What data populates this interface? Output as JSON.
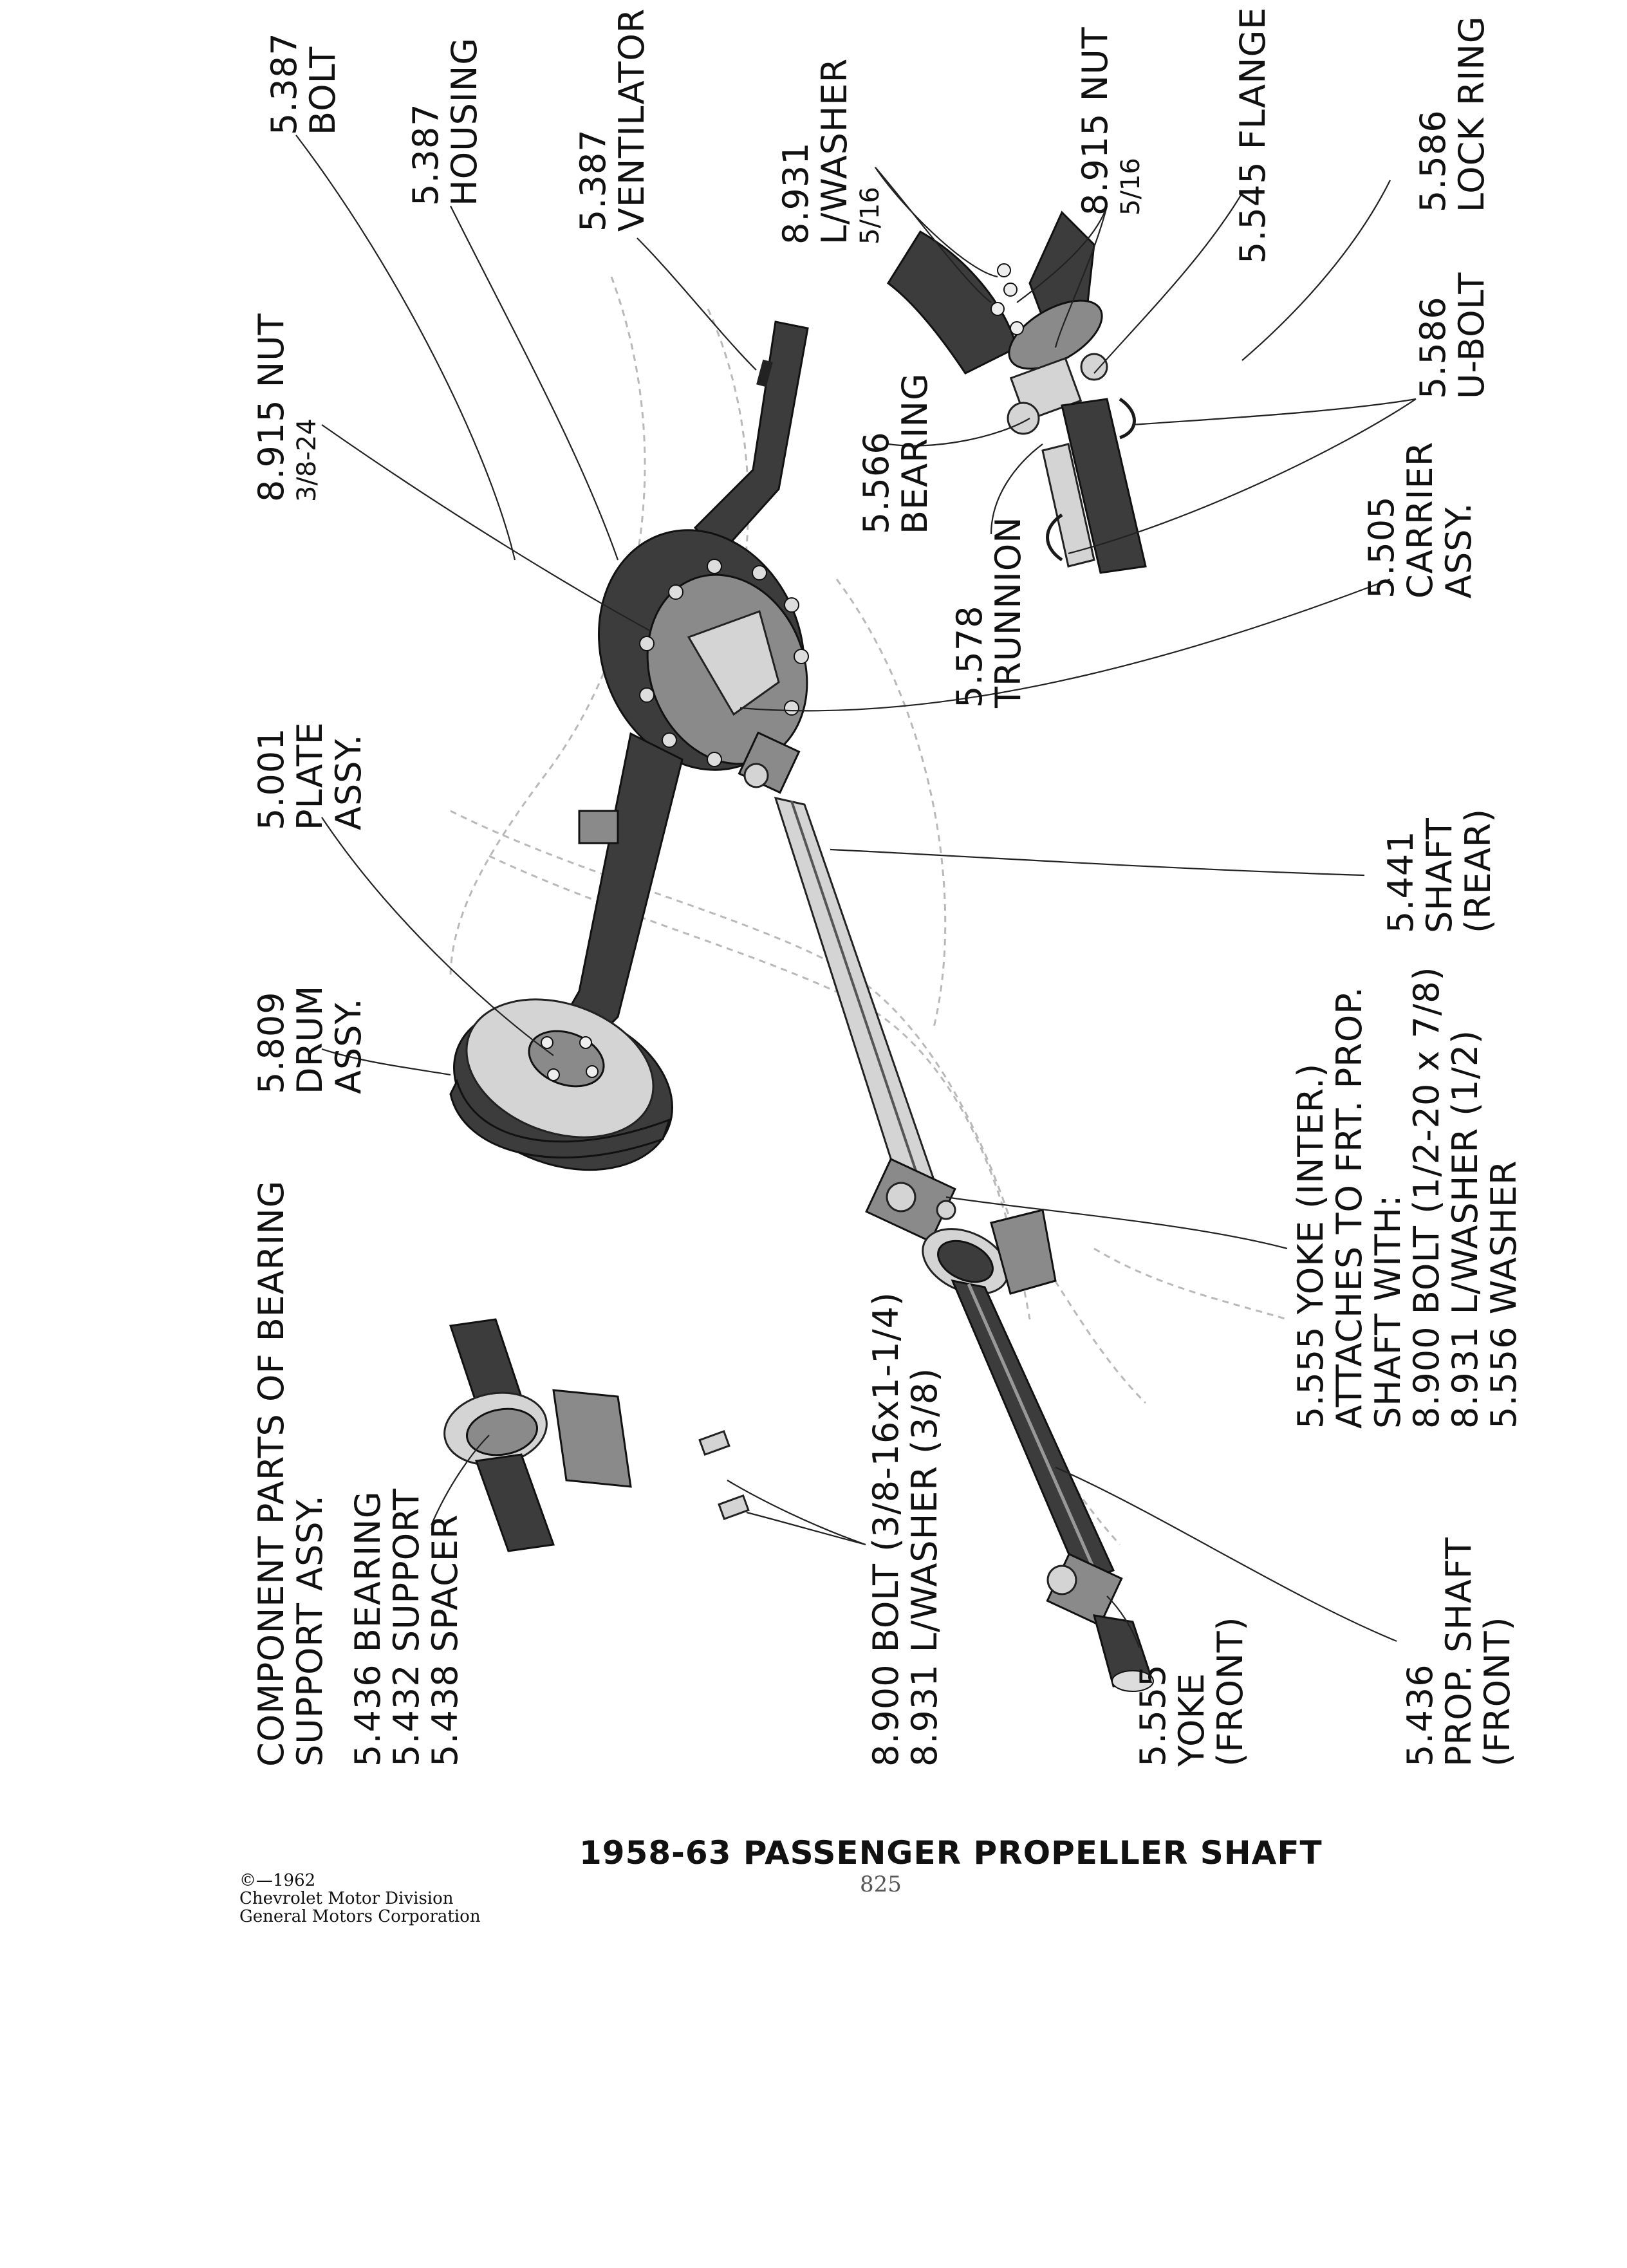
{
  "title": "1958-63 PASSENGER PROPELLER SHAFT",
  "page_number": "825",
  "copyright": {
    "line1": "©—1962",
    "line2": "Chevrolet Motor Division",
    "line3": "General Motors Corporation"
  },
  "callouts": {
    "bolt_5387": {
      "code": "5.387",
      "name": "BOLT"
    },
    "housing_5387": {
      "code": "5.387",
      "name": "HOUSING"
    },
    "ventilator_5387": {
      "code": "5.387",
      "name": "VENTILATOR"
    },
    "lwasher_8931": {
      "code": "8.931",
      "name": "L/WASHER",
      "size": "5/16"
    },
    "nut_8915_small": {
      "line": "8.915 NUT",
      "size": "5/16"
    },
    "flange_5545": {
      "line": "5.545 FLANGE"
    },
    "lockring_5586": {
      "code": "5.586",
      "name": "LOCK RING"
    },
    "ubolt_5586": {
      "code": "5.586",
      "name": "U-BOLT"
    },
    "nut_8915": {
      "line": "8.915 NUT",
      "size": "3/8-24"
    },
    "bearing_5566": {
      "code": "5.566",
      "name": "BEARING"
    },
    "trunnion_5578": {
      "code": "5.578",
      "name": "TRUNNION"
    },
    "carrier_5505": {
      "code": "5.505",
      "name": "CARRIER",
      "name2": "ASSY."
    },
    "plate_5001": {
      "code": "5.001",
      "name": "PLATE",
      "name2": "ASSY."
    },
    "shaft_rear_5441": {
      "code": "5.441",
      "name": "SHAFT",
      "name2": "(REAR)"
    },
    "drum_5809": {
      "code": "5.809",
      "name": "DRUM",
      "name2": "ASSY."
    },
    "yoke_inter": {
      "line1": "5.555 YOKE (INTER.)",
      "line2": "ATTACHES TO FRT. PROP.",
      "line3": "SHAFT WITH:",
      "line4": "8.900 BOLT (1/2-20 x 7/8)",
      "line5": "8.931 L/WASHER (1/2)",
      "line6": "5.556 WASHER"
    },
    "bearing_support": {
      "line1": "COMPONENT PARTS OF BEARING",
      "line2": "SUPPORT ASSY.",
      "line3": "5.436 BEARING",
      "line4": "5.432 SUPPORT",
      "line5": "5.438 SPACER"
    },
    "bolt_8900": {
      "line1": "8.900 BOLT (3/8-16x1-1/4)",
      "line2": "8.931 L/WASHER (3/8)"
    },
    "yoke_front": {
      "code": "5.555",
      "name": "YOKE",
      "name2": "(FRONT)"
    },
    "prop_shaft_front": {
      "code": "5.436",
      "name": "PROP. SHAFT",
      "name2": "(FRONT)"
    }
  }
}
